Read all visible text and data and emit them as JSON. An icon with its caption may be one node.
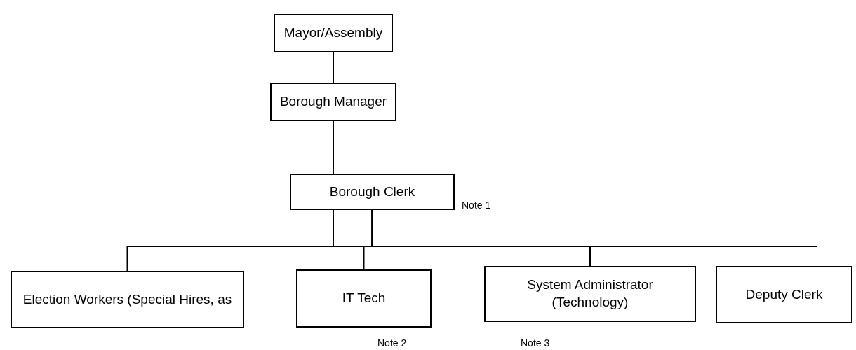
{
  "diagram": {
    "nodes": [
      {
        "text": [
          "Mayor/Assembly"
        ]
      },
      {
        "text": [
          "Borough Manager"
        ]
      },
      {
        "text": [
          "Borough Clerk"
        ],
        "beside": [
          "Note 1"
        ]
      },
      {
        "text": [
          "Election Workers (Special Hires, as"
        ]
      },
      {
        "text": [
          "IT Tech"
        ],
        "beside": [
          "Note 2"
        ]
      },
      {
        "text": [
          "System Administrator (Technology)"
        ],
        "beside": [
          "Note 3"
        ]
      },
      {
        "text": [
          "Deputy Clerk"
        ]
      }
    ],
    "edges": [
      {
        "from": 0,
        "to": 1,
        "arrow": "none"
      },
      {
        "from": 1,
        "to": 2,
        "arrow": "none"
      },
      {
        "from": 2,
        "to": 3,
        "arrow": "none"
      },
      {
        "from": 2,
        "to": 4,
        "arrow": "none"
      },
      {
        "from": 2,
        "to": 5,
        "arrow": "none"
      }
    ]
  }
}
